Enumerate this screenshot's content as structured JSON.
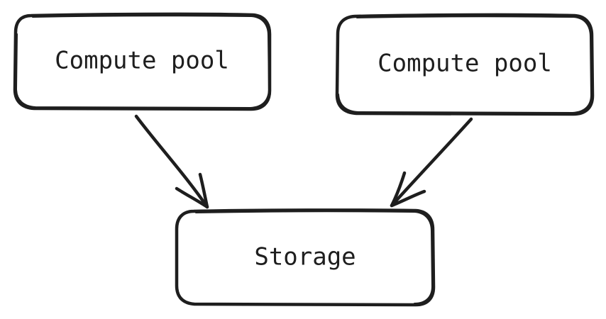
{
  "diagram": {
    "nodes": [
      {
        "id": "compute-pool-left",
        "label": "Compute pool"
      },
      {
        "id": "compute-pool-right",
        "label": "Compute pool"
      },
      {
        "id": "storage",
        "label": "Storage"
      }
    ],
    "edges": [
      {
        "from": "compute-pool-left",
        "to": "storage"
      },
      {
        "from": "compute-pool-right",
        "to": "storage"
      }
    ],
    "colors": {
      "stroke": "#1e1e1e",
      "fill": "#ffffff",
      "text": "#1e1e1e"
    }
  }
}
